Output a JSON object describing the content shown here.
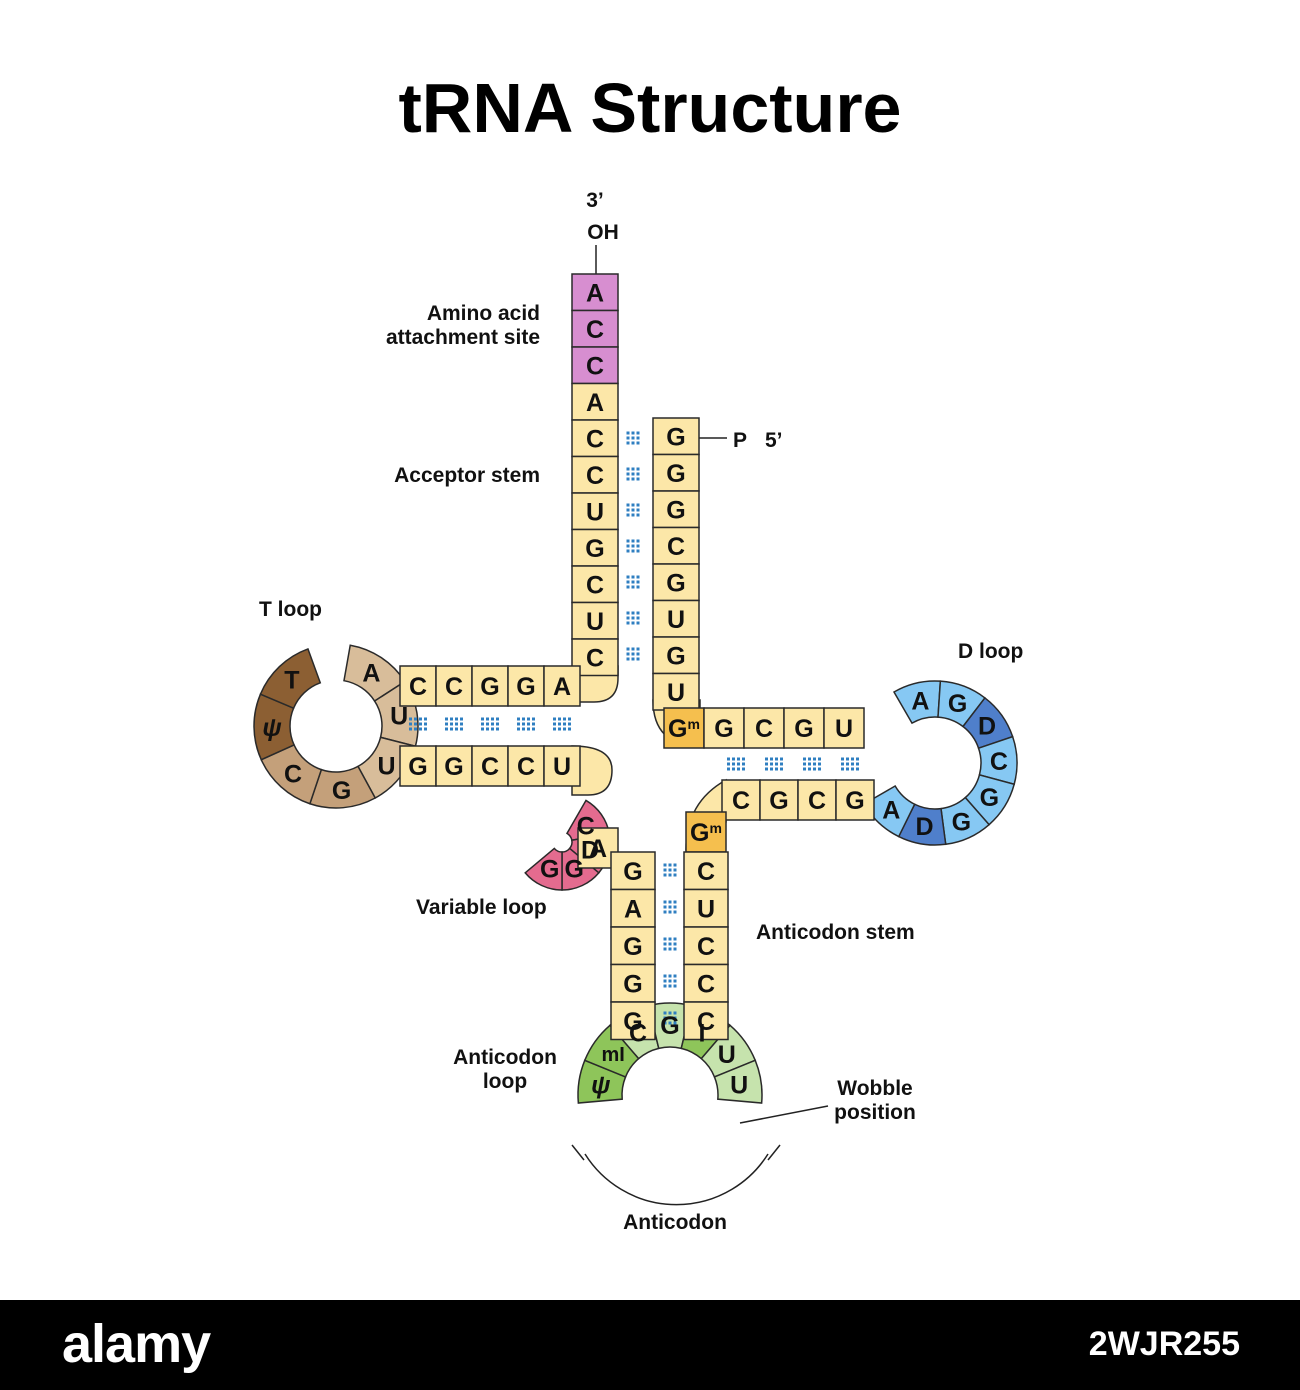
{
  "title": "tRNA Structure",
  "labels": {
    "three_prime": "3’",
    "oh": "OH",
    "p": "P",
    "five_prime": "5’",
    "amino_acid_line1": "Amino acid",
    "amino_acid_line2": "attachment site",
    "acceptor_stem": "Acceptor stem",
    "t_loop": "T loop",
    "d_loop": "D loop",
    "variable_loop": "Variable loop",
    "anticodon_stem": "Anticodon stem",
    "anticodon_loop_line1": "Anticodon",
    "anticodon_loop_line2": "loop",
    "wobble_line1": "Wobble",
    "wobble_line2": "position",
    "anticodon": "Anticodon"
  },
  "colors": {
    "stem": "#fce7a8",
    "attachment": "#d78ed0",
    "modified": "#f5bf4e",
    "pairing": "#2f7fc1",
    "t_loop_light": "#d8bd9a",
    "t_loop_mid": "#c4a07a",
    "t_loop_dark": "#8c5f33",
    "d_loop_light": "#86c8f3",
    "d_loop_dark": "#4f7fcb",
    "variable": "#e46b8f",
    "anticodon_loop_light": "#c6e3ad",
    "anticodon_loop_dark": "#8ec55a"
  },
  "acceptor_3prime_arm": [
    "A",
    "C",
    "C",
    "A",
    "C",
    "C",
    "U",
    "G",
    "C",
    "U",
    "C"
  ],
  "acceptor_5prime_arm": [
    "G",
    "G",
    "G",
    "C",
    "G",
    "U",
    "G",
    "U"
  ],
  "t_stem_top": [
    "C",
    "C",
    "G",
    "G",
    "A"
  ],
  "t_stem_bottom": [
    "G",
    "G",
    "C",
    "C",
    "U"
  ],
  "t_loop": [
    "A",
    "U",
    "U",
    "G",
    "C",
    "ψ",
    "T"
  ],
  "d_stem_top": [
    "Gm",
    "G",
    "C",
    "G",
    "U"
  ],
  "d_stem_bottom": [
    "Gm",
    "C",
    "G",
    "C",
    "G"
  ],
  "d_loop": [
    "A",
    "G",
    "D",
    "C",
    "G",
    "G",
    "D",
    "A"
  ],
  "variable_loop": [
    "C",
    "D",
    "G",
    "G",
    "A"
  ],
  "anticodon_stem_left": [
    "G",
    "A",
    "G",
    "G",
    "G"
  ],
  "anticodon_stem_right": [
    "C",
    "U",
    "C",
    "C",
    "C"
  ],
  "anticodon_loop": [
    "ψ",
    "mI",
    "C",
    "G",
    "I",
    "U",
    "U"
  ],
  "footer": {
    "brand": "alamy",
    "image_code": "2WJR255"
  }
}
